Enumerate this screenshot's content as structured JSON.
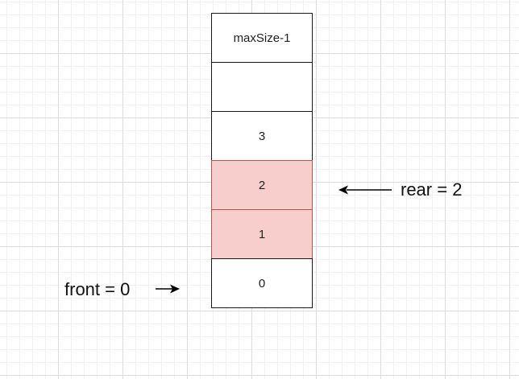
{
  "diagram": {
    "cells": [
      {
        "label": "maxSize-1",
        "filled": false
      },
      {
        "label": "",
        "filled": false
      },
      {
        "label": "3",
        "filled": false
      },
      {
        "label": "2",
        "filled": true
      },
      {
        "label": "1",
        "filled": true
      },
      {
        "label": "0",
        "filled": false
      }
    ],
    "rear_label": "rear = 2",
    "front_label": "front = 0",
    "colors": {
      "filled_fill": "#f8cecc",
      "filled_stroke": "#b85450",
      "cell_stroke": "#1a1a1a"
    }
  }
}
